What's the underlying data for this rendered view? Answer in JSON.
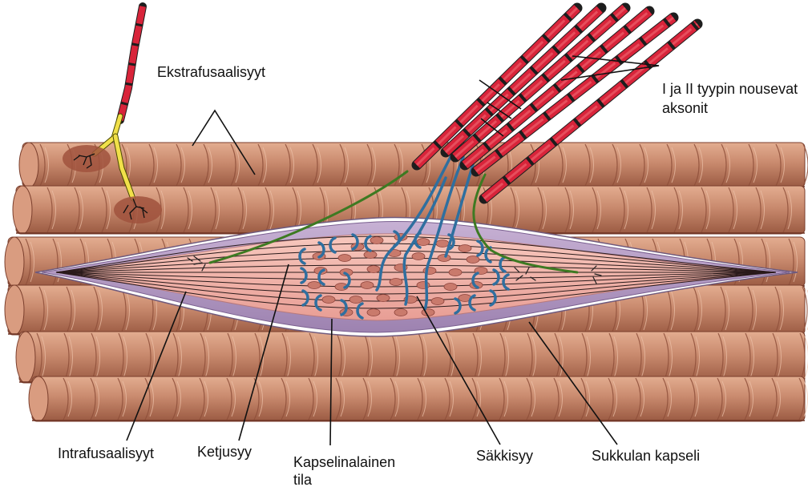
{
  "labels": {
    "extrafusal": "Ekstrafusaalisyyt",
    "ascending_line1": "I ja II tyypin nousevat",
    "ascending_line2": "aksonit",
    "intrafusal": "Intrafusaalisyyt",
    "chain": "Ketjusyy",
    "subcapsular_line1": "Kapselinalainen",
    "subcapsular_line2": "tila",
    "bag": "Säkkisyy",
    "capsule": "Sukkulan kapseli"
  },
  "colors": {
    "muscle": "#c98a6e",
    "muscle_dark": "#8a4a36",
    "muscle_light": "#e7b79c",
    "capsule": "#b49ac4",
    "spindle_core": "#f0b4ac",
    "axon_red": "#d8243a",
    "nerve_green": "#3d7a22",
    "nerve_blue": "#2f6f9f",
    "motor_yellow": "#f1e04a"
  }
}
